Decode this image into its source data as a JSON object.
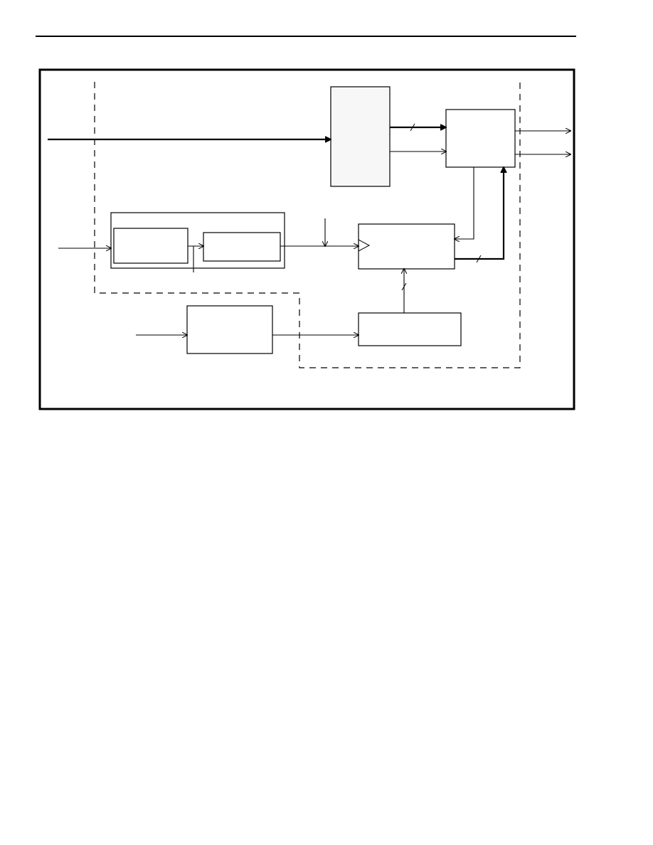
{
  "colors": {
    "stroke": "#000000",
    "background": "#ffffff",
    "shaded_block_fill": "#f7f7f7"
  },
  "diagram": {
    "blocks": [
      {
        "id": "tall-block",
        "shaded": true
      },
      {
        "id": "output-block",
        "shaded": false
      },
      {
        "id": "group-outer",
        "shaded": false
      },
      {
        "id": "group-left-block",
        "shaded": false
      },
      {
        "id": "group-right-block",
        "shaded": false
      },
      {
        "id": "clocked-block",
        "shaded": false
      },
      {
        "id": "lower-left-block",
        "shaded": false
      },
      {
        "id": "lower-right-block",
        "shaded": false
      }
    ],
    "regions": [
      {
        "id": "dashed-region",
        "style": "dashed"
      }
    ],
    "connections": [
      {
        "id": "top-input",
        "style": "bold",
        "arrow": true
      },
      {
        "id": "bus-to-output",
        "style": "bold",
        "bus": true,
        "arrow": true
      },
      {
        "id": "signal-to-output",
        "style": "thin",
        "arrow": true
      },
      {
        "id": "output-1",
        "style": "thin",
        "arrow": true
      },
      {
        "id": "output-2",
        "style": "thin",
        "arrow": true
      },
      {
        "id": "left-input",
        "style": "thin",
        "arrow": true
      },
      {
        "id": "inner-link",
        "style": "thin",
        "arrow": true
      },
      {
        "id": "tap-line",
        "style": "thin",
        "arrow": false
      },
      {
        "id": "clock-line",
        "style": "thin",
        "arrow": true
      },
      {
        "id": "side-input",
        "style": "thin",
        "arrow": true
      },
      {
        "id": "feedback-to-clocked",
        "style": "thin",
        "arrow": true
      },
      {
        "id": "bus-up-to-output",
        "style": "bold",
        "bus": true,
        "arrow": true
      },
      {
        "id": "bus-up-to-clocked",
        "style": "thin",
        "bus": true,
        "arrow": true
      },
      {
        "id": "lower-input",
        "style": "thin",
        "arrow": true
      },
      {
        "id": "lower-link",
        "style": "thin",
        "arrow": true
      }
    ]
  }
}
